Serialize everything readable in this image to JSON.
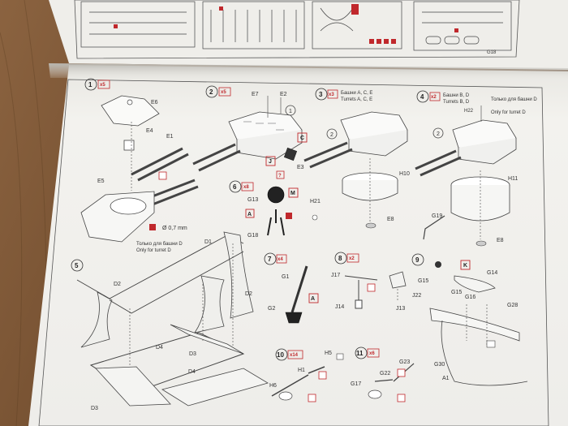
{
  "scene": "instruction-booklet-photo",
  "colors": {
    "table": "#7a5634",
    "page": "#f1f0ec",
    "ink": "#3a3a3a",
    "accent_red": "#c0282c"
  },
  "steps": [
    {
      "number": "1",
      "qty": "x5",
      "parts": [
        "E6",
        "E4",
        "E1",
        "E5"
      ],
      "note_size": "Ø 0,7 mm",
      "note_ru": "Только для башни D",
      "note_en": "Only for turret D"
    },
    {
      "number": "2",
      "qty": "x5",
      "parts": [
        "E7",
        "E2",
        "E3"
      ],
      "callouts": [
        "1",
        "C",
        "J",
        "?"
      ]
    },
    {
      "number": "3",
      "qty": "x3",
      "caption_ru": "Башни А, С, Е",
      "caption_en": "Turrets A, C, E",
      "parts": [
        "H10",
        "E8"
      ],
      "callouts": [
        "2"
      ]
    },
    {
      "number": "4",
      "qty": "x2",
      "caption_ru": "Башни В, D",
      "caption_en": "Turrets B, D",
      "parts": [
        "H22",
        "H11",
        "E8"
      ],
      "note_ru": "Только для башни D",
      "note_en": "Only for turret D",
      "callouts": [
        "2"
      ]
    },
    {
      "number": "5",
      "parts": [
        "D1",
        "D2",
        "D2",
        "D4",
        "D3",
        "D4",
        "D3"
      ]
    },
    {
      "number": "6",
      "qty": "x8",
      "parts": [
        "G13",
        "G18",
        "H21"
      ],
      "callouts": [
        "M",
        "A"
      ]
    },
    {
      "number": "7",
      "qty": "x4",
      "parts": [
        "G1",
        "G2"
      ],
      "callouts": [
        "A"
      ]
    },
    {
      "number": "8",
      "qty": "x2",
      "parts": [
        "J17",
        "J14",
        "J13"
      ]
    },
    {
      "number": "9",
      "parts": [
        "G19",
        "G15",
        "G14",
        "J22",
        "G16",
        "G28",
        "G30",
        "A1"
      ],
      "callouts": [
        "K"
      ]
    },
    {
      "number": "10",
      "qty": "x14",
      "parts": [
        "H5",
        "H1",
        "H6"
      ]
    },
    {
      "number": "11",
      "qty": "x6",
      "parts": [
        "G23",
        "G22",
        "G17"
      ]
    }
  ],
  "top_fragment": {
    "part_label": "G18"
  }
}
